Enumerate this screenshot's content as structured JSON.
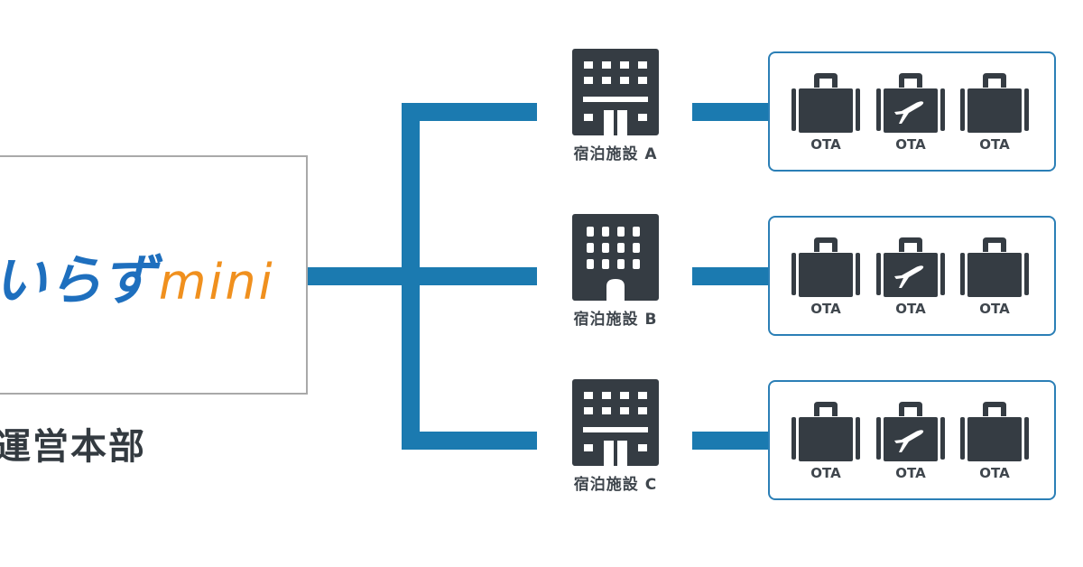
{
  "headquarters": {
    "logo_japanese": "いらず",
    "logo_suffix": "mini",
    "label": "運営本部"
  },
  "colors": {
    "connector": "#1b7ab0",
    "logo_blue": "#1e6fbe",
    "logo_orange": "#f0901e",
    "icon_dark": "#353c43",
    "box_border": "#2b7fb6"
  },
  "facilities": [
    {
      "label": "宿泊施設 A",
      "icon": "hotel-building-icon",
      "otas": [
        {
          "label": "OTA",
          "icon": "suitcase-icon"
        },
        {
          "label": "OTA",
          "icon": "suitcase-airplane-icon"
        },
        {
          "label": "OTA",
          "icon": "suitcase-icon"
        }
      ]
    },
    {
      "label": "宿泊施設 B",
      "icon": "office-building-icon",
      "otas": [
        {
          "label": "OTA",
          "icon": "suitcase-icon"
        },
        {
          "label": "OTA",
          "icon": "suitcase-airplane-icon"
        },
        {
          "label": "OTA",
          "icon": "suitcase-icon"
        }
      ]
    },
    {
      "label": "宿泊施設 C",
      "icon": "hotel-building-icon",
      "otas": [
        {
          "label": "OTA",
          "icon": "suitcase-icon"
        },
        {
          "label": "OTA",
          "icon": "suitcase-airplane-icon"
        },
        {
          "label": "OTA",
          "icon": "suitcase-icon"
        }
      ]
    }
  ]
}
